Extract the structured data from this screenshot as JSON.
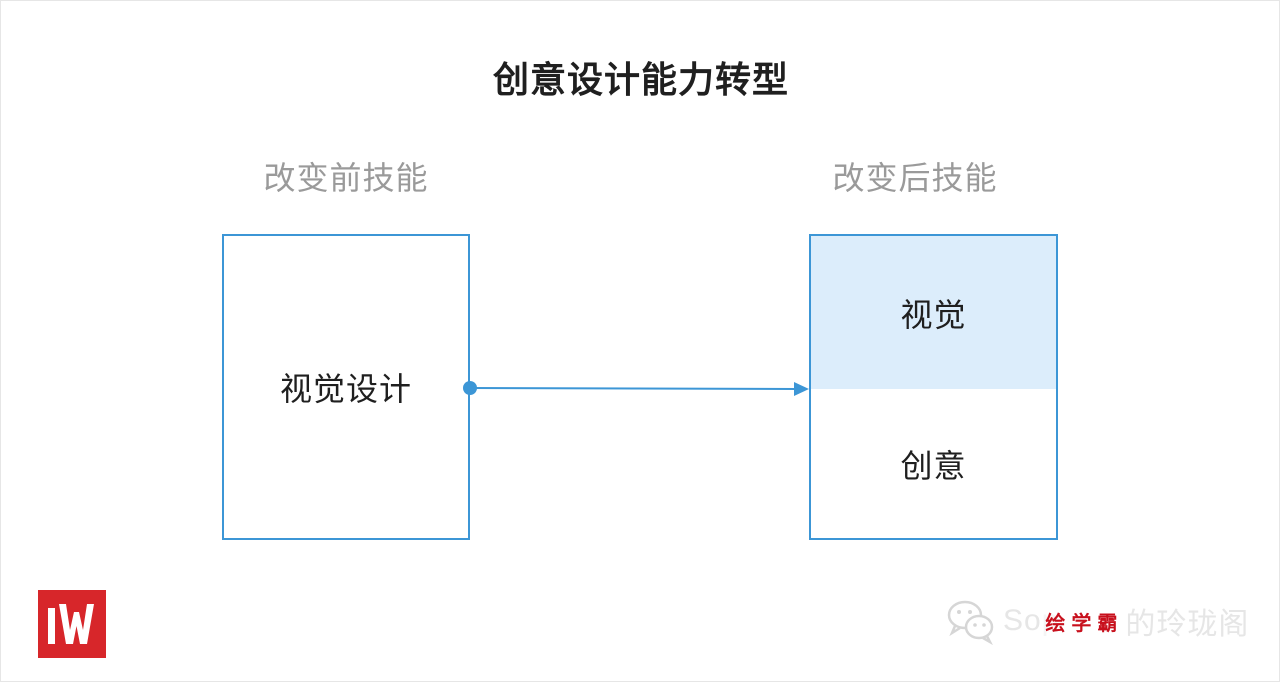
{
  "title": "创意设计能力转型",
  "before": {
    "label": "改变前技能",
    "box_text": "视觉设计"
  },
  "after": {
    "label": "改变后技能",
    "top_text": "视觉",
    "bottom_text": "创意"
  },
  "watermark": {
    "prefix": "Sop",
    "brand": "绘学霸",
    "suffix": "的玲珑阁"
  },
  "colors": {
    "accent": "#3c96d6",
    "highlight": "#dcedfb",
    "label_gray": "#9a9a9a",
    "logo_red": "#d7262a"
  }
}
